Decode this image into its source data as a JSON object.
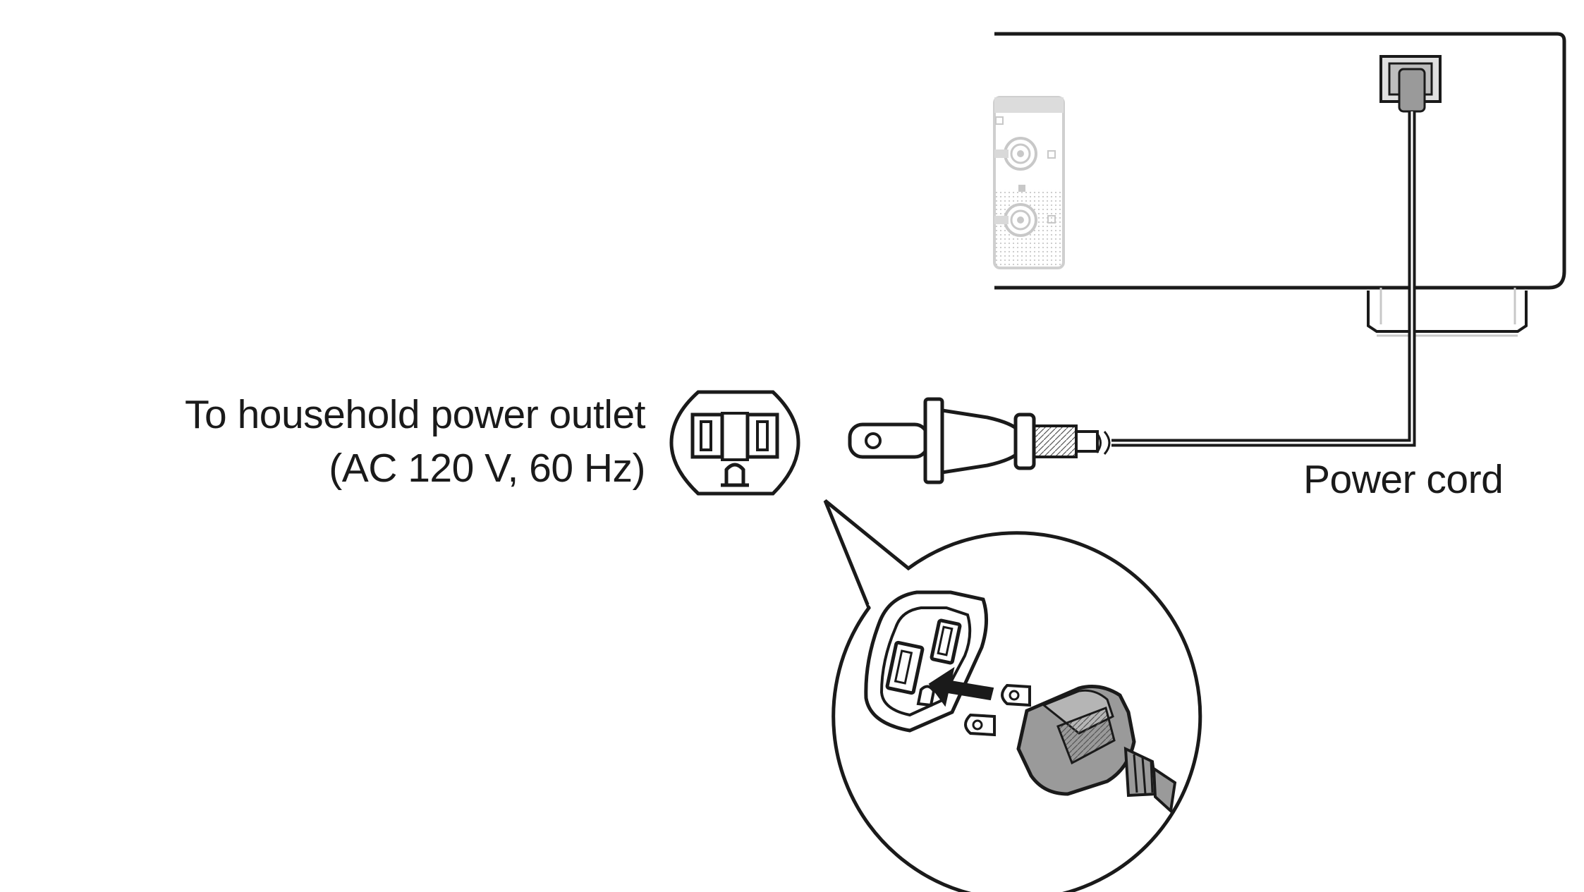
{
  "labels": {
    "outlet_line1": "To household power outlet",
    "outlet_line2": "(AC 120 V, 60 Hz)",
    "power_cord": "Power cord"
  },
  "colors": {
    "ink": "#1a1a1a",
    "device_gray": "#c8c8c8",
    "light_gray": "#e3e3e3",
    "plug_gray": "#9a9a9a",
    "background": "#ffffff"
  },
  "icons": {
    "outlet": "wall-outlet-icon",
    "plug": "ac-plug-icon",
    "device": "device-rear-panel",
    "magnifier": "zoom-callout-bubble",
    "arrow": "insert-arrow-icon"
  }
}
